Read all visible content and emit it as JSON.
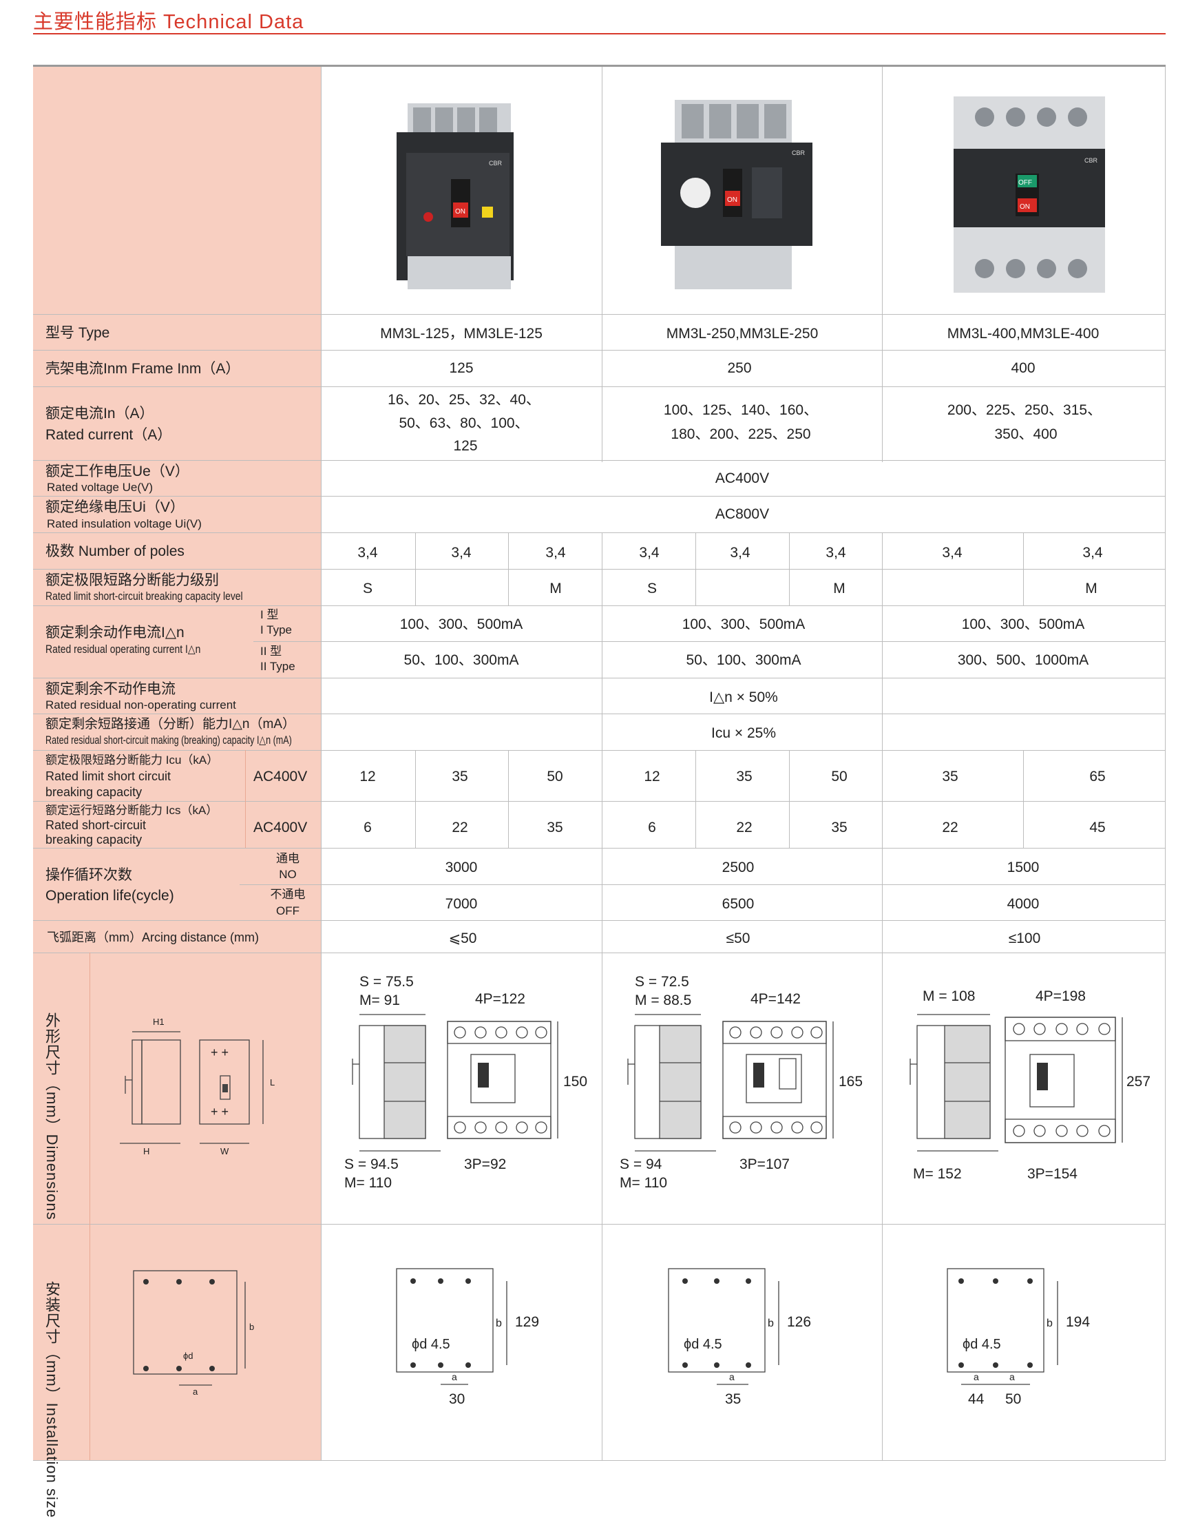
{
  "header": {
    "title": "主要性能指标 Technical Data"
  },
  "labels": {
    "type": "型号 Type",
    "frame": "壳架电流Inm  Frame Inm（A）",
    "rated_current_cn": "额定电流In（A）",
    "rated_current_en": "Rated current（A）",
    "ue_cn": "额定工作电压Ue（V）",
    "ue_en": "Rated voltage Ue(V)",
    "ui_cn": "额定绝缘电压Ui（V）",
    "ui_en": "Rated insulation voltage Ui(V)",
    "poles": "极数 Number of poles",
    "level_cn": "额定极限短路分断能力级别",
    "level_en": "Rated limit short-circuit breaking capacity level",
    "residual_cn": "额定剩余动作电流I△n",
    "residual_en": "Rated residual operating current I△n",
    "type1_cn": "I 型",
    "type1_en": "I Type",
    "type2_cn": "II 型",
    "type2_en": "II Type",
    "nonop_cn": "额定剩余不动作电流",
    "nonop_en": "Rated residual non-operating current",
    "making_cn": "额定剩余短路接通（分断）能力I△n（mA）",
    "making_en": "Rated residual short-circuit making (breaking) capacity I△n (mA)",
    "icu_cn": "额定极限短路分断能力 Icu（kA）",
    "icu_en1": "Rated limit short circuit",
    "icu_en2": "breaking capacity",
    "ics_cn": "额定运行短路分断能力 Ics（kA）",
    "ics_en1": "Rated short-circuit",
    "ics_en2": "breaking capacity",
    "ac400v": "AC400V",
    "oplife_cn": "操作循环次数",
    "oplife_en": "Operation life(cycle)",
    "on_cn": "通电",
    "on_en": "NO",
    "off_cn": "不通电",
    "off_en": "OFF",
    "arcing": "飞弧距离（mm）Arcing distance (mm)",
    "dimensions": "外形尺寸（mm）Dimensions",
    "install": "安装尺寸（mm）Installation size"
  },
  "models": [
    "MM3L-125，MM3LE-125",
    "MM3L-250,MM3LE-250",
    "MM3L-400,MM3LE-400"
  ],
  "frame": [
    "125",
    "250",
    "400"
  ],
  "rated_current": [
    [
      "16、20、25、32、40、",
      "50、63、80、100、",
      "125"
    ],
    [
      "100、125、140、160、",
      "180、200、225、250"
    ],
    [
      "200、225、250、315、",
      "350、400"
    ]
  ],
  "ue": "AC400V",
  "ui": "AC800V",
  "poles": [
    "3,4",
    "3,4",
    "3,4",
    "3,4",
    "3,4",
    "3,4",
    "3,4",
    "3,4"
  ],
  "level": [
    "S",
    "",
    "M",
    "S",
    "",
    "M",
    "",
    "M"
  ],
  "type1": [
    "100、300、500mA",
    "100、300、500mA",
    "100、300、500mA"
  ],
  "type2": [
    "50、100、300mA",
    "50、100、300mA",
    "300、500、1000mA"
  ],
  "nonop": "I△n × 50%",
  "making": "Icu × 25%",
  "icu": [
    "12",
    "35",
    "50",
    "12",
    "35",
    "50",
    "35",
    "65"
  ],
  "ics": [
    "6",
    "22",
    "35",
    "6",
    "22",
    "35",
    "22",
    "45"
  ],
  "op_on": [
    "3000",
    "2500",
    "1500"
  ],
  "op_off": [
    "7000",
    "6500",
    "4000"
  ],
  "arcing": [
    "⩽50",
    "≤50",
    "≤100"
  ],
  "drawing_labels": {
    "h1": "H1",
    "h": "H",
    "w": "W",
    "l": "L",
    "b": "b",
    "phid": "ϕd",
    "a": "a"
  },
  "dims": [
    {
      "s_top": "S = 75.5",
      "m_top": "M= 91",
      "p4": "4P=122",
      "height": "150",
      "s_bot": "S = 94.5",
      "m_bot": "M= 110",
      "p3": "3P=92"
    },
    {
      "s_top": "S = 72.5",
      "m_top": "M = 88.5",
      "p4": "4P=142",
      "height": "165",
      "s_bot": "S = 94",
      "m_bot": "M= 110",
      "p3": "3P=107"
    },
    {
      "s_top": "",
      "m_top": "M = 108",
      "p4": "4P=198",
      "height": "257",
      "s_bot": "",
      "m_bot": "M= 152",
      "p3": "3P=154"
    }
  ],
  "install": [
    {
      "b": "b",
      "height": "129",
      "d": "ϕd 4.5",
      "a": [
        "a"
      ],
      "spacing": [
        "30"
      ]
    },
    {
      "b": "b",
      "height": "126",
      "d": "ϕd 4.5",
      "a": [
        "a"
      ],
      "spacing": [
        "35"
      ]
    },
    {
      "b": "b",
      "height": "194",
      "d": "ϕd 4.5",
      "a": [
        "a",
        "a"
      ],
      "spacing": [
        "44",
        "50"
      ]
    }
  ],
  "breaker_text": {
    "on": "ON",
    "off": "OFF",
    "brand": "CBR"
  },
  "colors": {
    "accent": "#d8392b",
    "label_bg": "#f8cfc1",
    "grid": "#bdbdbd"
  }
}
